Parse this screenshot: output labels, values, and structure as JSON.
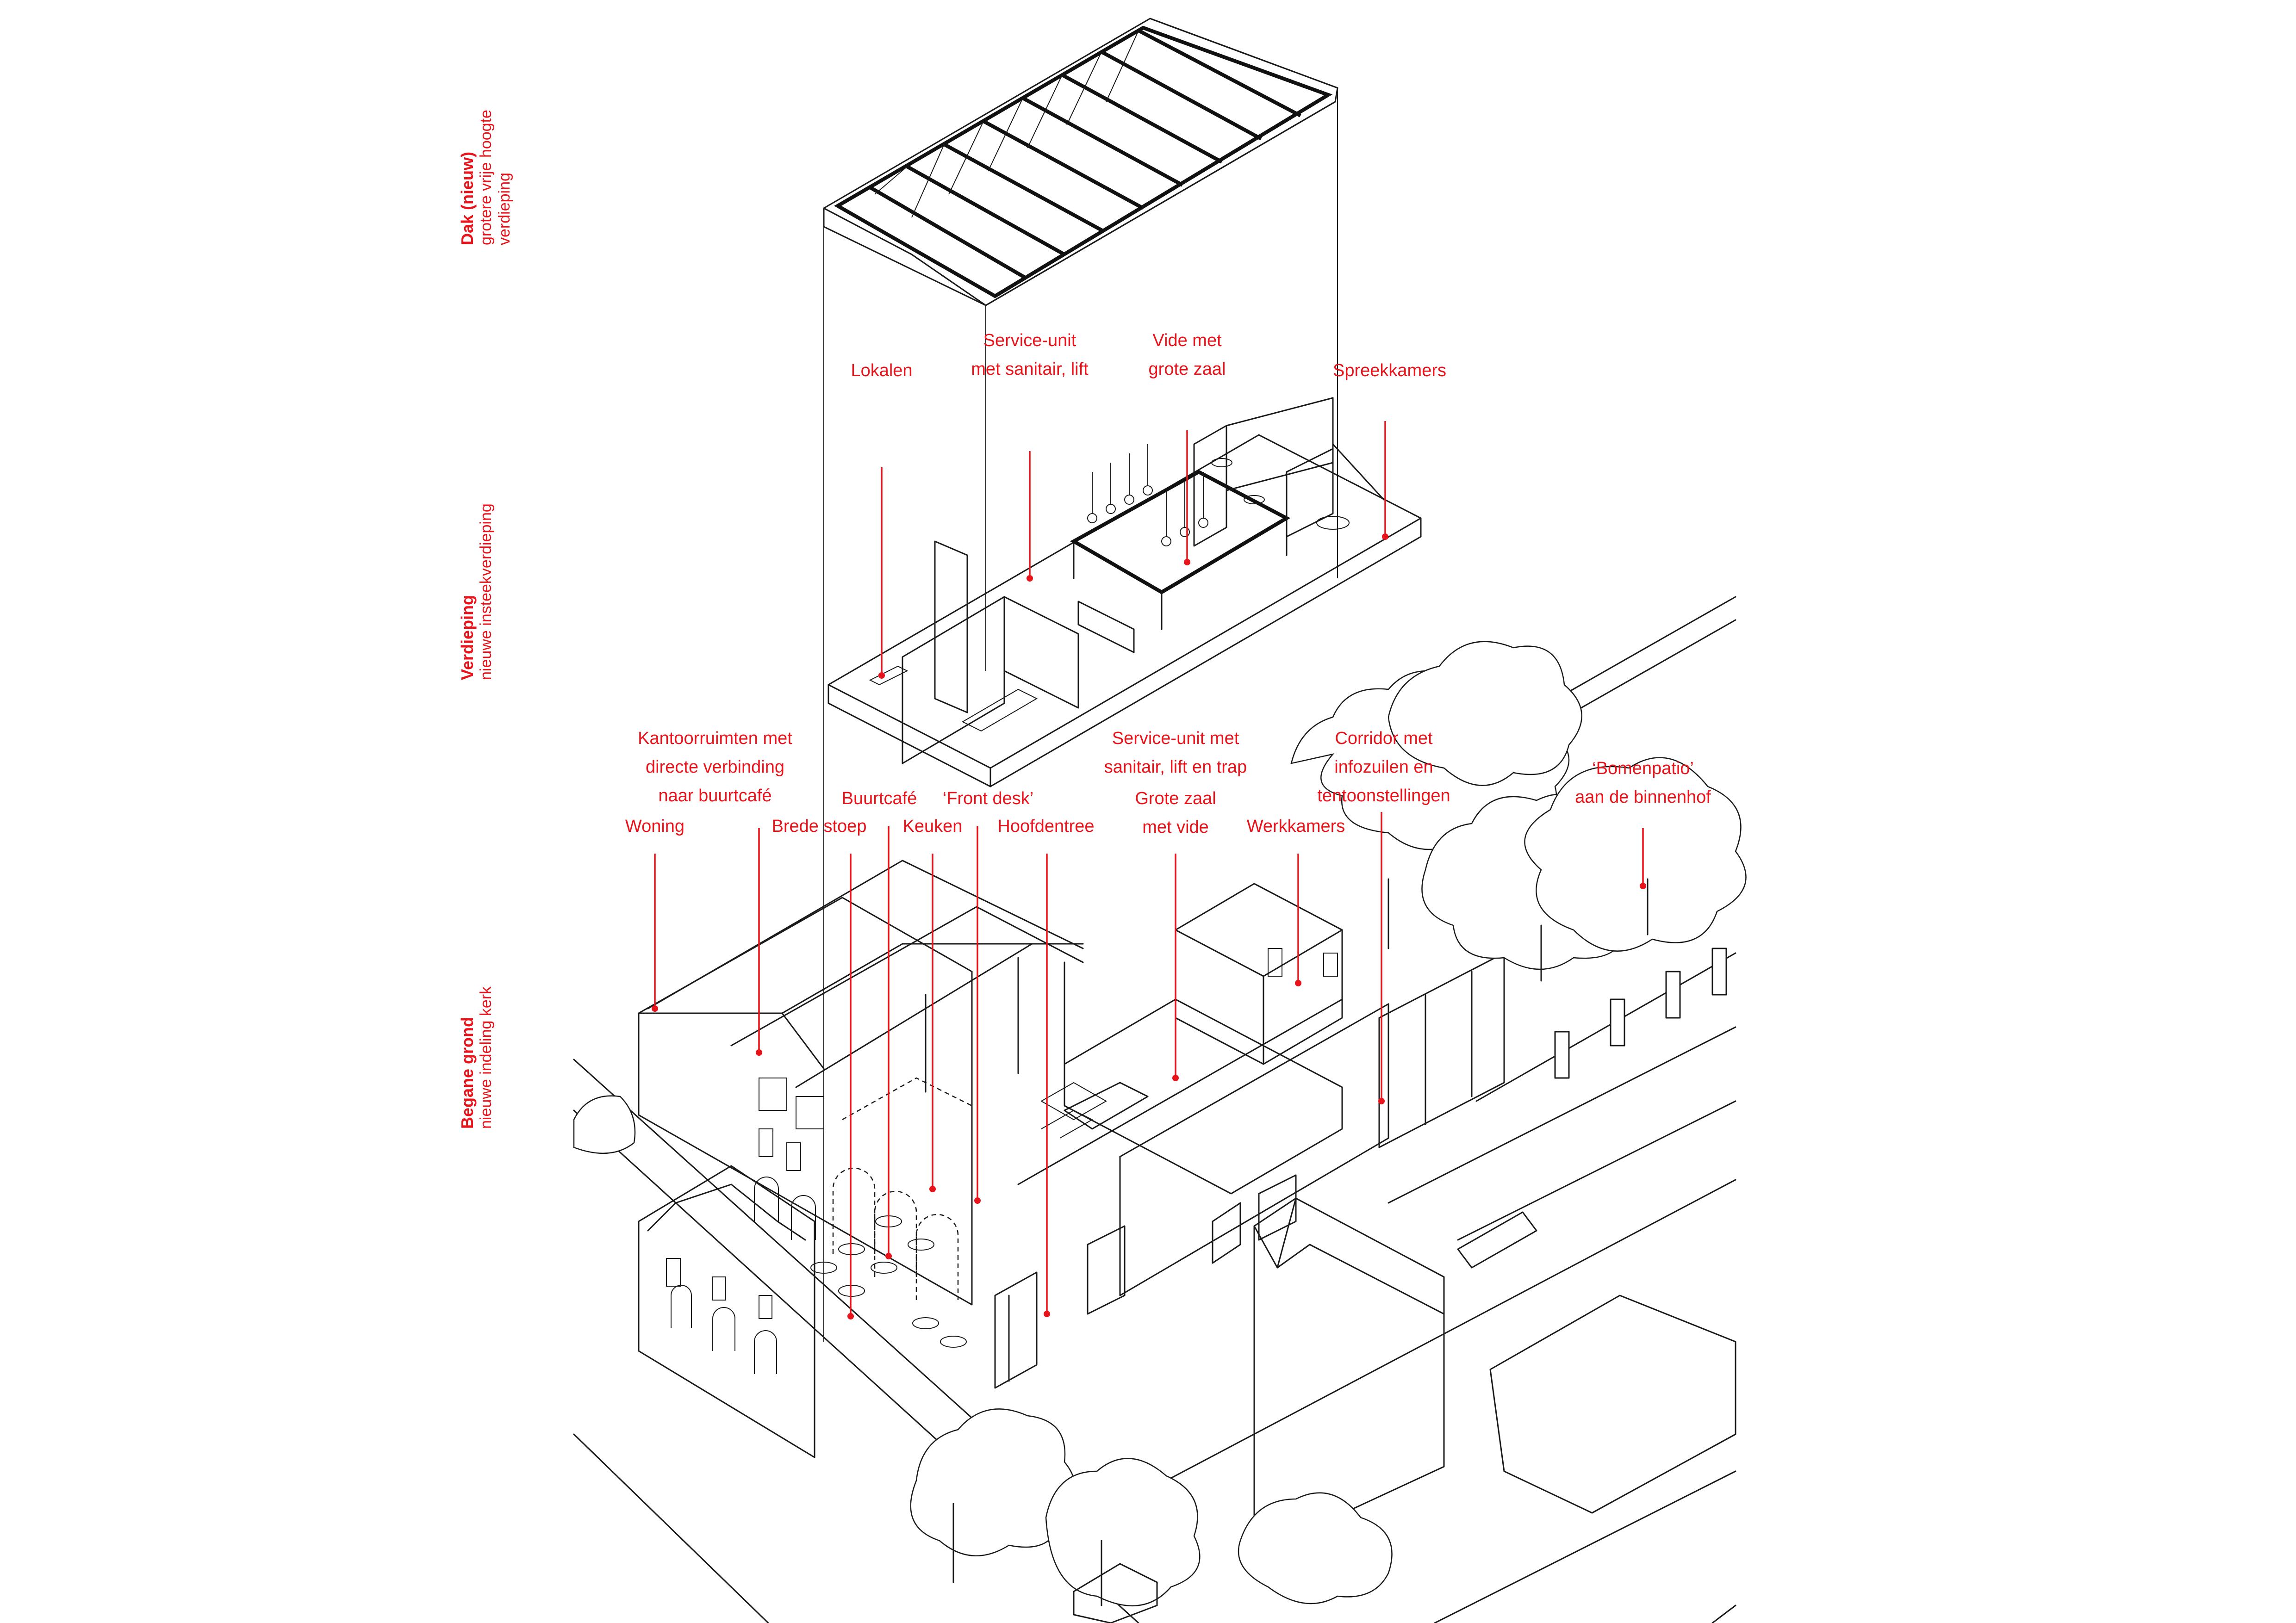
{
  "levels": [
    {
      "title": "Dak (nieuw)",
      "lines": [
        "grotere vrije hoogte",
        "verdieping"
      ]
    },
    {
      "title": "Verdieping",
      "lines": [
        "nieuwe insteekverdieping"
      ]
    },
    {
      "title": "Begane grond",
      "lines": [
        "nieuwe indeling kerk"
      ]
    }
  ],
  "labels": {
    "lokalen": [
      "Lokalen"
    ],
    "service_unit_lift": [
      "Service-unit",
      "met sanitair, lift"
    ],
    "vide_grote_zaal": [
      "Vide met",
      "grote zaal"
    ],
    "spreekkamers": [
      "Spreekkamers"
    ],
    "kantoorruimten": [
      "Kantoorruimten met",
      "directe verbinding",
      "naar buurtcafé"
    ],
    "woning": [
      "Woning"
    ],
    "buurtcafe": [
      "Buurtcafé"
    ],
    "brede_stoep": [
      "Brede stoep"
    ],
    "keuken": [
      "Keuken"
    ],
    "front_desk": [
      "‘Front desk’"
    ],
    "hoofdentree": [
      "Hoofdentree"
    ],
    "service_unit_trap": [
      "Service-unit met",
      "sanitair, lift en trap"
    ],
    "grote_zaal_vide": [
      "Grote zaal",
      "met vide"
    ],
    "corridor": [
      "Corridor met",
      "infozuilen en",
      "tentoonstellingen"
    ],
    "werkkamers": [
      "Werkkamers"
    ],
    "bomenpatio": [
      "‘Bomenpatio’",
      "aan de binnenhof"
    ]
  },
  "colors": {
    "annotation": "#e8141c",
    "linework": "#1a1a1a",
    "background": "#ffffff"
  }
}
